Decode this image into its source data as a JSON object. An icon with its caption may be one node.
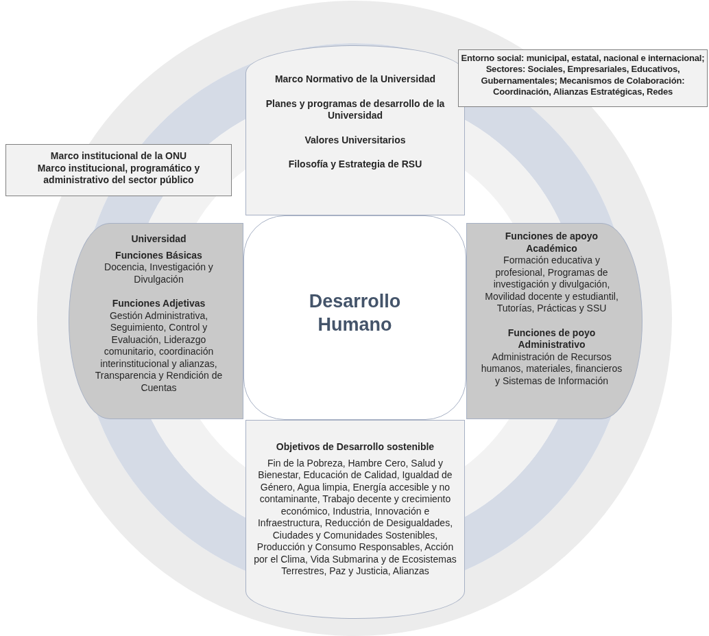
{
  "diagram": {
    "nodes": [
      {
        "text": [
          "Entorno social: municipal, estatal, nacional e internacional; Sectores: Sociales, Empresariales, Educativos, Gubernamentales; Mecanismos de Colaboración: Coordinación, Alianzas Estratégicas, Redes"
        ]
      },
      {
        "text": [
          "Marco Normativo de la Universidad",
          "Planes y programas de desarrollo de la Universidad",
          "Valores Universitarios",
          "Filosofía y Estrategia de RSU"
        ]
      },
      {
        "text": [
          "Marco institucional de la ONU",
          "Marco institucional, programático y administrativo del sector público"
        ]
      },
      {
        "text": [
          "Universidad",
          "Funciones Básicas",
          "Docencia, Investigación y Divulgación",
          "Funciones Adjetivas",
          "Gestión Administrativa, Seguimiento, Control y Evaluación, Liderazgo comunitario, coordinación interinstitucional y alianzas, Transparencia y Rendición de Cuentas"
        ]
      },
      {
        "text": [
          "Desarrollo Humano"
        ]
      },
      {
        "text": [
          "Funciones de apoyo Académico",
          "Formación educativa y profesional, Programas de investigación y divulgación, Movilidad docente y estudiantil, Tutorías, Prácticas y SSU",
          "Funciones de poyo Administrativo",
          "Administración de Recursos humanos, materiales, financieros y Sistemas de Información"
        ]
      },
      {
        "text": [
          "Objetivos de Desarrollo sostenible",
          "Fin de la Pobreza, Hambre Cero, Salud y Bienestar, Educación de Calidad, Igualdad de Género, Agua limpia, Energía accesible y no contaminante, Trabajo decente y crecimiento económico, Industria, Innovación e Infraestructura, Reducción de Desigualdades, Ciudades y Comunidades Sostenibles, Producción y Consumo Responsables, Acción por el Clima, Vida Submarina y de Ecosistemas Terrestres, Paz y Justicia, Alianzas"
        ]
      }
    ]
  }
}
